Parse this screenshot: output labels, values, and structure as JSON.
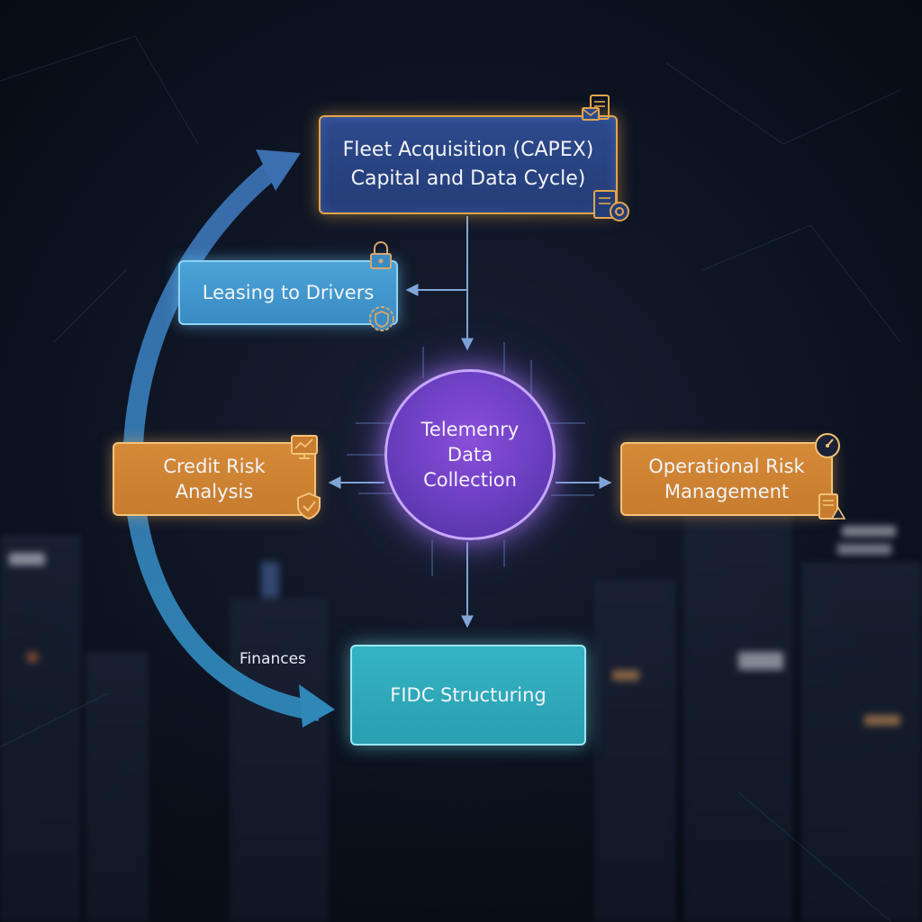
{
  "diagram": {
    "nodes": {
      "fleet": {
        "line1": "Fleet Acquisition (CAPEX)",
        "line2": "Capital and Data Cycle)"
      },
      "leasing": {
        "label": "Leasing to Drivers"
      },
      "telemetry": {
        "line1": "Telemenry",
        "line2": "Data",
        "line3": "Collection"
      },
      "credit": {
        "line1": "Credit Risk",
        "line2": "Analysis"
      },
      "operational": {
        "line1": "Operational Risk",
        "line2": "Management"
      },
      "fidc": {
        "label": "FIDC Structuring"
      }
    },
    "edges": [
      {
        "from": "fleet",
        "to": "telemetry"
      },
      {
        "from": "fleet",
        "to": "leasing"
      },
      {
        "from": "telemetry",
        "to": "credit"
      },
      {
        "from": "telemetry",
        "to": "operational"
      },
      {
        "from": "telemetry",
        "to": "fidc"
      },
      {
        "from": "fidc",
        "to": "fleet",
        "label": "Finances",
        "style": "curved-loop"
      }
    ],
    "colors": {
      "fleet": "#2d4a8c",
      "leasing": "#4aa3d6",
      "telemetry": "#6a3ec0",
      "risk": "#d58a38",
      "fidc": "#34b3c4",
      "loop_arrow": "#3f79b8",
      "border_gold": "#e3a54a"
    },
    "icons": [
      "document-mail-icon",
      "document-gear-icon",
      "lock-icon",
      "shield-gear-icon",
      "monitor-chart-icon",
      "shield-check-icon",
      "gauge-icon",
      "document-warning-icon"
    ]
  }
}
